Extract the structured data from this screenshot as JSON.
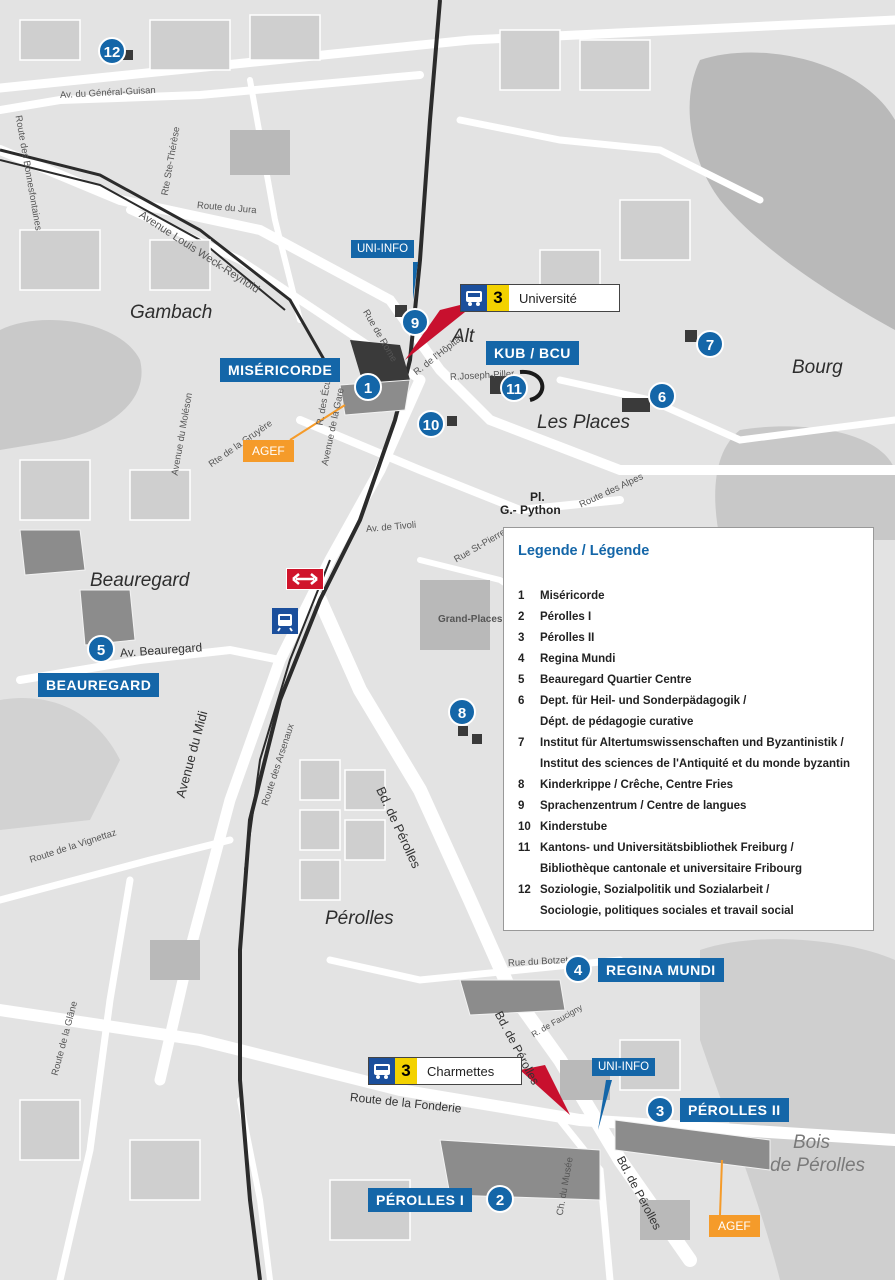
{
  "areas": {
    "gambach": "Gambach",
    "alt": "Alt",
    "bourg": "Bourg",
    "les_places": "Les Places",
    "beauregard": "Beauregard",
    "perolles": "Pérolles",
    "bois_de_perolles_1": "Bois",
    "bois_de_perolles_2": "de Pérolles",
    "grand_places": "Grand-Places",
    "pl_python_1": "Pl.",
    "pl_python_2": "G.- Python"
  },
  "streets": {
    "general_guisan": "Av. du Général-Guisan",
    "bonnesfontaines": "Route des Bonnesfontaines",
    "ste_therese": "Rte Ste-Thérèse",
    "jura": "Route du Jura",
    "weck_reynold": "Avenue Louis Weck-Reynold",
    "rome": "Rue de Rome",
    "hopital": "R. de l'Hôpital",
    "joseph_piller": "R.Joseph-Piller",
    "ecuries": "R. des Écuries",
    "la_gare": "Avenue de la Gare",
    "moleson": "Avenue du Moléson",
    "gruyere": "Rte de la Gruyère",
    "tivoli": "Av. de Tivoli",
    "st_pierre": "Rue St-Pierre",
    "alpes": "Route des Alpes",
    "av_beauregard": "Av. Beauregard",
    "av_midi": "Avenue du Midi",
    "arsenaux": "Route des Arsenaux",
    "bd_perolles": "Bd. de Pérolles",
    "bd_perolles_2": "Bd. de Pérolles",
    "bd_perolles_3": "Bd. de Pérolles",
    "vignettaz": "Route de la Vignettaz",
    "glane": "Route de la Glâne",
    "botzet": "Rue du Botzet",
    "faucigny": "R. de Faucigny",
    "fonderie": "Route de la Fonderie",
    "musee": "Ch. du Musée"
  },
  "sites": {
    "misericorde": {
      "num": "1",
      "label": "MISÉRICORDE"
    },
    "perolles_i": {
      "num": "2",
      "label": "PÉROLLES I"
    },
    "perolles_ii": {
      "num": "3",
      "label": "PÉROLLES II"
    },
    "regina_mundi": {
      "num": "4",
      "label": "REGINA MUNDI"
    },
    "beauregard": {
      "num": "5",
      "label": "BEAUREGARD"
    },
    "kub_bcu": {
      "num": "11",
      "label": "KUB / BCU"
    },
    "six": {
      "num": "6"
    },
    "seven": {
      "num": "7"
    },
    "eight": {
      "num": "8"
    },
    "nine": {
      "num": "9"
    },
    "ten": {
      "num": "10"
    },
    "twelve": {
      "num": "12"
    }
  },
  "agef_label": "AGEF",
  "uni_info_label": "UNI-INFO",
  "bus_stops": [
    {
      "line": "3",
      "stop": "Université"
    },
    {
      "line": "3",
      "stop": "Charmettes"
    }
  ],
  "legend": {
    "title": "Legende / Légende",
    "items": [
      {
        "n": "1",
        "text": "Miséricorde"
      },
      {
        "n": "2",
        "text": "Pérolles I"
      },
      {
        "n": "3",
        "text": "Pérolles II"
      },
      {
        "n": "4",
        "text": "Regina Mundi"
      },
      {
        "n": "5",
        "text": "Beauregard Quartier Centre"
      },
      {
        "n": "6",
        "text": "Dept. für Heil- und Sonderpädagogik /",
        "text2": "Dépt. de pédagogie curative"
      },
      {
        "n": "7",
        "text": "Institut für Altertumswissenschaften und Byzantinistik /",
        "text2": "Institut des sciences de l'Antiquité et du monde byzantin"
      },
      {
        "n": "8",
        "text": "Kinderkrippe / Crêche, Centre Fries"
      },
      {
        "n": "9",
        "text": "Sprachenzentrum / Centre de langues"
      },
      {
        "n": "10",
        "text": "Kinderstube"
      },
      {
        "n": "11",
        "text": "Kantons- und Universitätsbibliothek Freiburg /",
        "text2": "Bibliothèque cantonale et universitaire Fribourg"
      },
      {
        "n": "12",
        "text": "Soziologie, Sozialpolitik und Sozialarbeit /",
        "text2": "Sociologie, politiques sociales et travail social"
      }
    ]
  },
  "colors": {
    "site_blue": "#1466a8",
    "agef_orange": "#f59b2a",
    "bus_yellow": "#f3d200",
    "pointer_red": "#c8102e",
    "sbb_red": "#d0142b"
  }
}
